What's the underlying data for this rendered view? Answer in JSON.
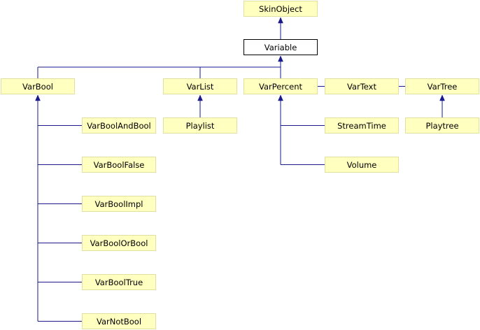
{
  "diagram": {
    "type": "class-inheritance",
    "nodes": [
      {
        "id": "SkinObject",
        "label": "SkinObject"
      },
      {
        "id": "Variable",
        "label": "Variable",
        "current": true
      },
      {
        "id": "VarBool",
        "label": "VarBool"
      },
      {
        "id": "VarList",
        "label": "VarList"
      },
      {
        "id": "VarPercent",
        "label": "VarPercent"
      },
      {
        "id": "VarText",
        "label": "VarText"
      },
      {
        "id": "VarTree",
        "label": "VarTree"
      },
      {
        "id": "VarBoolAndBool",
        "label": "VarBoolAndBool"
      },
      {
        "id": "VarBoolFalse",
        "label": "VarBoolFalse"
      },
      {
        "id": "VarBoolImpl",
        "label": "VarBoolImpl"
      },
      {
        "id": "VarBoolOrBool",
        "label": "VarBoolOrBool"
      },
      {
        "id": "VarBoolTrue",
        "label": "VarBoolTrue"
      },
      {
        "id": "VarNotBool",
        "label": "VarNotBool"
      },
      {
        "id": "Playlist",
        "label": "Playlist"
      },
      {
        "id": "StreamTime",
        "label": "StreamTime"
      },
      {
        "id": "Volume",
        "label": "Volume"
      },
      {
        "id": "Playtree",
        "label": "Playtree"
      }
    ],
    "edges": [
      {
        "from": "Variable",
        "to": "SkinObject"
      },
      {
        "from": "VarBool",
        "to": "Variable"
      },
      {
        "from": "VarList",
        "to": "Variable"
      },
      {
        "from": "VarPercent",
        "to": "Variable"
      },
      {
        "from": "VarText",
        "to": "Variable"
      },
      {
        "from": "VarTree",
        "to": "Variable"
      },
      {
        "from": "VarBoolAndBool",
        "to": "VarBool"
      },
      {
        "from": "VarBoolFalse",
        "to": "VarBool"
      },
      {
        "from": "VarBoolImpl",
        "to": "VarBool"
      },
      {
        "from": "VarBoolOrBool",
        "to": "VarBool"
      },
      {
        "from": "VarBoolTrue",
        "to": "VarBool"
      },
      {
        "from": "VarNotBool",
        "to": "VarBool"
      },
      {
        "from": "Playlist",
        "to": "VarList"
      },
      {
        "from": "StreamTime",
        "to": "VarPercent"
      },
      {
        "from": "Volume",
        "to": "VarPercent"
      },
      {
        "from": "Playtree",
        "to": "VarTree"
      }
    ],
    "colors": {
      "node_fill": "#ffffc0",
      "node_border": "#e0e0a0",
      "current_fill": "#ffffff",
      "current_border": "#000000",
      "edge": "#1a1a8a"
    }
  }
}
